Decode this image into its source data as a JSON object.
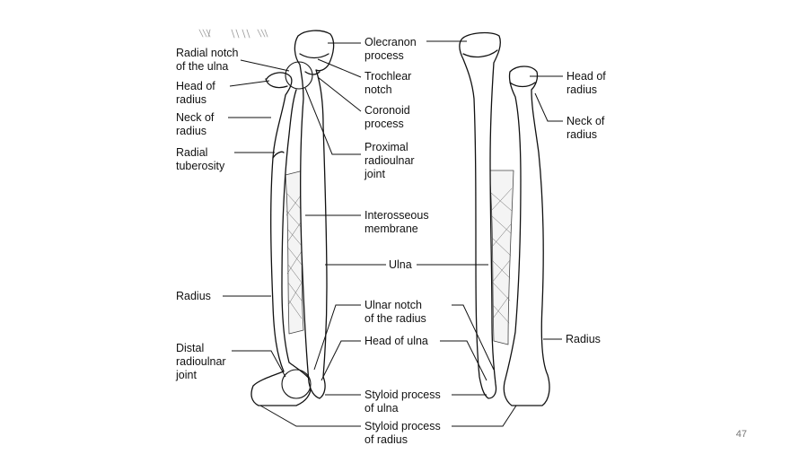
{
  "labels": {
    "radial_notch_ulna": "Radial notch\nof the ulna",
    "head_radius_left": "Head of\nradius",
    "neck_radius_left": "Neck of\nradius",
    "radial_tuberosity": "Radial\ntuberosity",
    "radius_left": "Radius",
    "distal_radioulnar_joint": "Distal\nradioulnar\njoint",
    "olecranon_process": "Olecranon\nprocess",
    "trochlear_notch": "Trochlear\nnotch",
    "coronoid_process": "Coronoid\nprocess",
    "proximal_radioulnar_joint": "Proximal\nradioulnar\njoint",
    "interosseous_membrane": "Interosseous\nmembrane",
    "ulna": "Ulna",
    "ulnar_notch_radius": "Ulnar notch\nof the radius",
    "head_of_ulna": "Head of ulna",
    "styloid_process_ulna": "Styloid process\nof ulna",
    "styloid_process_radius": "Styloid process\nof radius",
    "head_radius_right": "Head of\nradius",
    "neck_radius_right": "Neck of\nradius",
    "radius_right": "Radius"
  },
  "page_number": "47"
}
